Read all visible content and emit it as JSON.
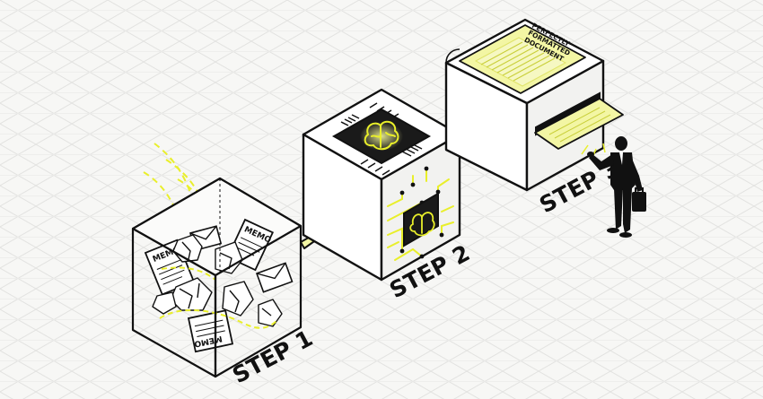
{
  "steps": [
    {
      "label": "STEP 1"
    },
    {
      "label": "STEP 2"
    },
    {
      "label": "STEP 3"
    }
  ],
  "memos": [
    "MEMO",
    "MEMO",
    "MEMO"
  ],
  "document_title_lines": [
    "PERFECTLY",
    "FORMATTED",
    "DOCUMENT"
  ],
  "colors": {
    "background": "#f7f7f5",
    "grid": "#e3e3e1",
    "line": "#111111",
    "accent": "#e9ef2a",
    "accent_soft": "#f3f6a4",
    "chip": "#1a1a1a"
  },
  "icons": [
    "brain-icon",
    "chip-icon",
    "envelope-icon",
    "arrow-icon",
    "businessman-icon",
    "briefcase-icon"
  ]
}
